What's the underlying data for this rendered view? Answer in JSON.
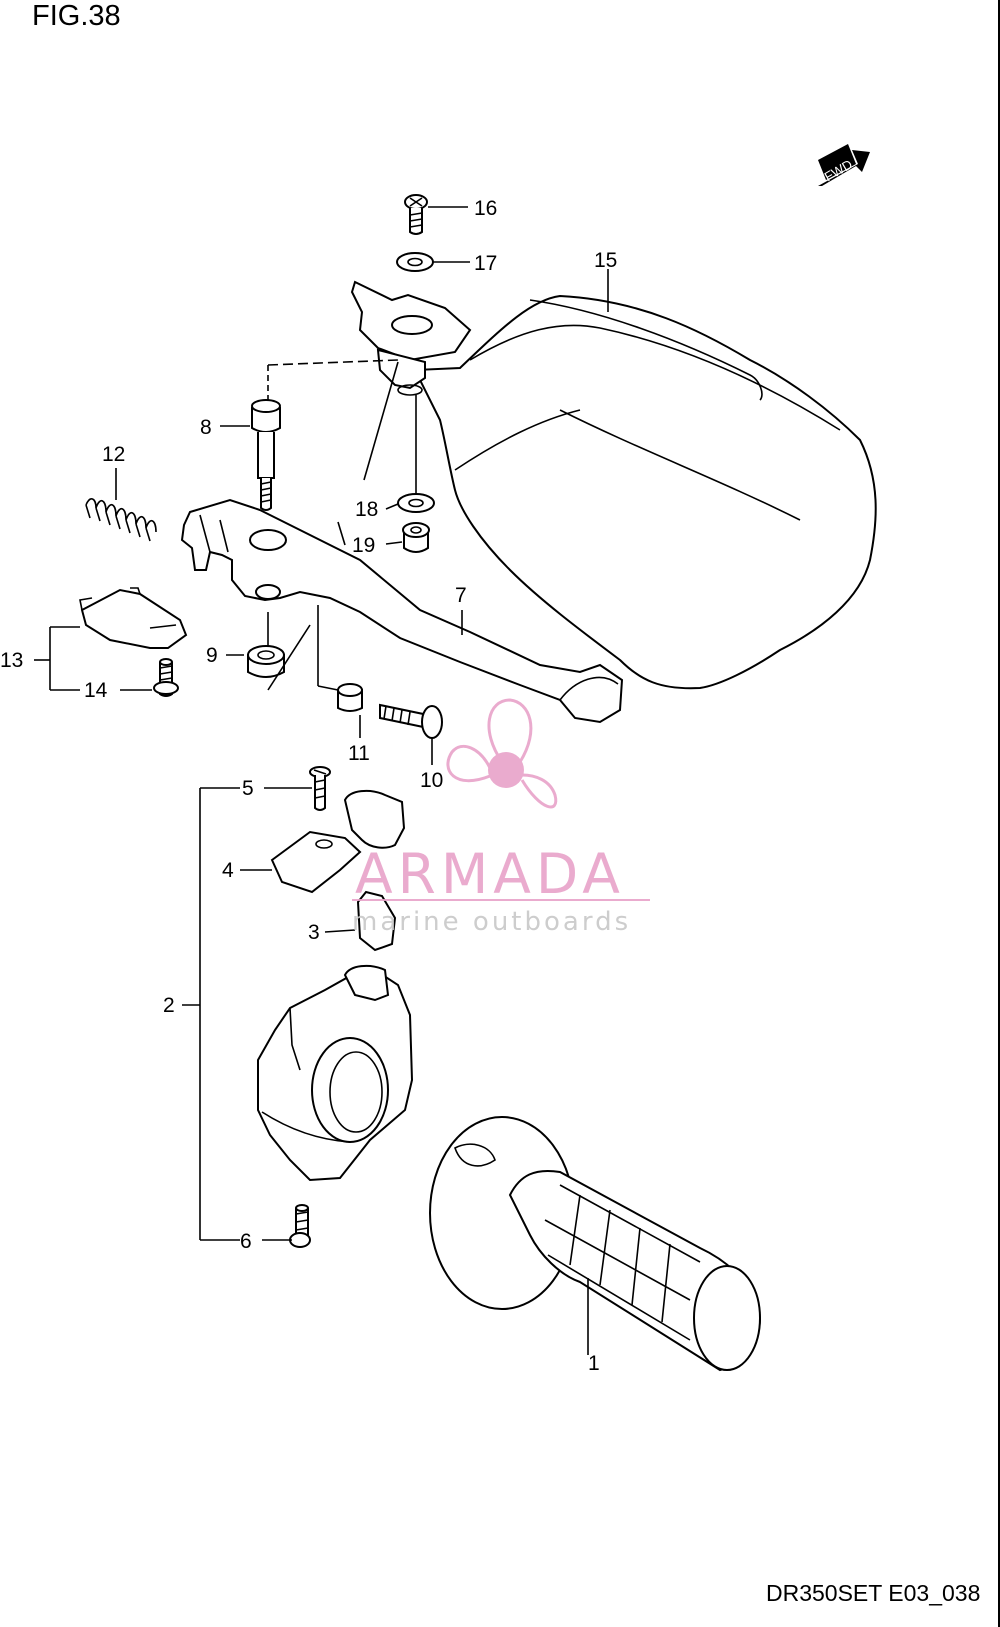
{
  "figure": {
    "title": "FIG.38",
    "code": "DR350SET E03_038"
  },
  "direction_marker": {
    "label": "FWD",
    "icon": "fwd-arrow-icon"
  },
  "callouts": [
    "1",
    "2",
    "3",
    "4",
    "5",
    "6",
    "7",
    "8",
    "9",
    "10",
    "11",
    "12",
    "13",
    "14",
    "15",
    "16",
    "17",
    "18",
    "19"
  ],
  "watermark": {
    "brand": "ARMADA",
    "tagline": "marine outboards",
    "icon": "propeller-logo-icon",
    "color": "#e8a3c9"
  }
}
